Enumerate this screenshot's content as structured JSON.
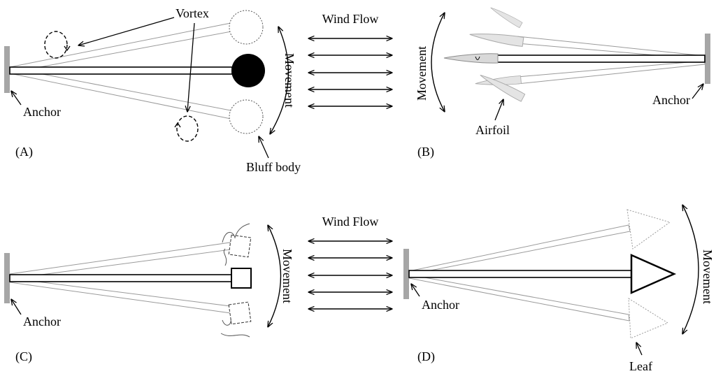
{
  "panel_a": {
    "tag": "(A)",
    "vortex_label": "Vortex",
    "movement_label": "Movement",
    "anchor_label": "Anchor",
    "body_label": "Bluff body"
  },
  "wind_flow_top": {
    "label": "Wind Flow"
  },
  "panel_b": {
    "tag": "(B)",
    "movement_label": "Movement",
    "anchor_label": "Anchor",
    "body_label": "Airfoil"
  },
  "panel_c": {
    "tag": "(C)",
    "movement_label": "Movement",
    "anchor_label": "Anchor"
  },
  "wind_flow_bottom": {
    "label": "Wind Flow"
  },
  "panel_d": {
    "tag": "(D)",
    "movement_label": "Movement",
    "anchor_label": "Anchor",
    "body_label": "Leaf"
  },
  "colors": {
    "anchor": "#a6a6a6",
    "ink": "#000000",
    "ghost": "#9a9a9a",
    "airfoil": "#d9d9d9"
  }
}
